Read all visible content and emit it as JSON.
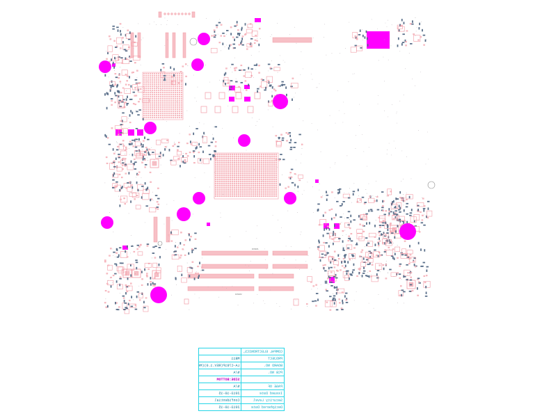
{
  "colors": {
    "background": "#ffffff",
    "pad": "#f7c0c6",
    "pad_stroke": "#f29aa5",
    "component": "#5a6f8a",
    "copper_fill": "#ff00ff",
    "silkscreen": "#7a7a7a",
    "title_block": "#25d4e6"
  },
  "labels": {
    "dimm_a": "DIMM1",
    "dimm_b": "DIMM2"
  },
  "title_block": {
    "rows": [
      {
        "label": "COMPAL ELECTRONICS, INC.",
        "value": ""
      },
      {
        "label": "PROJECT",
        "value": "MB11"
      },
      {
        "label": "BOARD NO.",
        "value": "LA-C781P(REV.1.0)(MK)"
      },
      {
        "label": "PCB NO.",
        "value": "N/A"
      },
      {
        "label": "",
        "value": "SIDE:BOTTOM"
      },
      {
        "label": "PAGE OF",
        "value": "N/A"
      },
      {
        "label": "Issued Date",
        "value": "2013-10-15"
      },
      {
        "label": "Security Level",
        "value": "Confidential"
      },
      {
        "label": "Deciphered Date",
        "value": "2013-10-15"
      }
    ]
  }
}
